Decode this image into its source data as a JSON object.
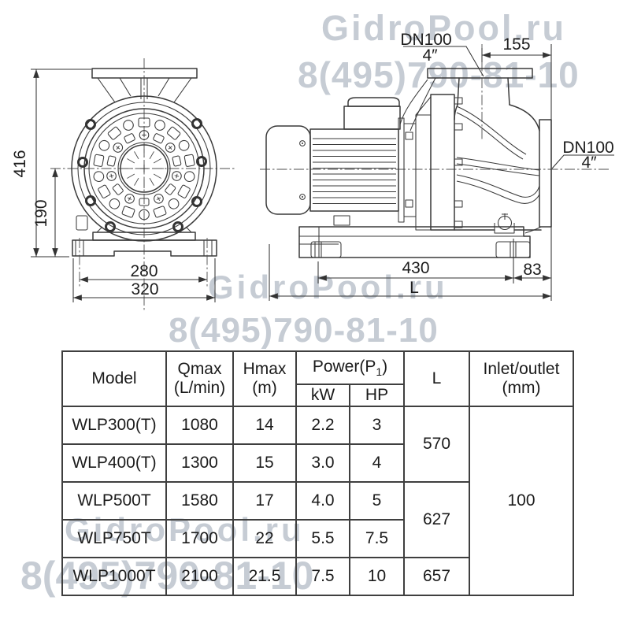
{
  "watermarks": {
    "brand": "GidroPool.ru",
    "phone": "8(495)790-81-10",
    "color": "#c6ccd4"
  },
  "front_view": {
    "height_total": "416",
    "height_axis": "190",
    "base_inner": "280",
    "base_outer": "320"
  },
  "side_view": {
    "top_port_standard": "DN100",
    "top_port_size": "4″",
    "top_offset": "155",
    "side_port_standard": "DN100",
    "side_port_size": "4″",
    "base_length": "430",
    "flange_offset": "83",
    "total_length": "L"
  },
  "table": {
    "header": {
      "model": "Model",
      "qmax_1": "Qmax",
      "qmax_2": "(L/min)",
      "hmax_1": "Hmax",
      "hmax_2": "(m)",
      "power_pre": "Power(P",
      "power_sub": "1",
      "power_post": ")",
      "kw": "kW",
      "hp": "HP",
      "l": "L",
      "inlet_1": "Inlet/outlet",
      "inlet_2": "(mm)"
    },
    "rows": [
      {
        "model": "WLP300(T)",
        "qmax": "1080",
        "hmax": "14",
        "kw": "2.2",
        "hp": "3"
      },
      {
        "model": "WLP400(T)",
        "qmax": "1300",
        "hmax": "15",
        "kw": "3.0",
        "hp": "4"
      },
      {
        "model": "WLP500T",
        "qmax": "1580",
        "hmax": "17",
        "kw": "4.0",
        "hp": "5"
      },
      {
        "model": "WLP750T",
        "qmax": "1700",
        "hmax": "22",
        "kw": "5.5",
        "hp": "7.5"
      },
      {
        "model": "WLP1000T",
        "qmax": "2100",
        "hmax": "21.5",
        "kw": "7.5",
        "hp": "10"
      }
    ],
    "l_group_1": "570",
    "l_group_2": "627",
    "l_group_3": "657",
    "inlet_outlet": "100"
  }
}
